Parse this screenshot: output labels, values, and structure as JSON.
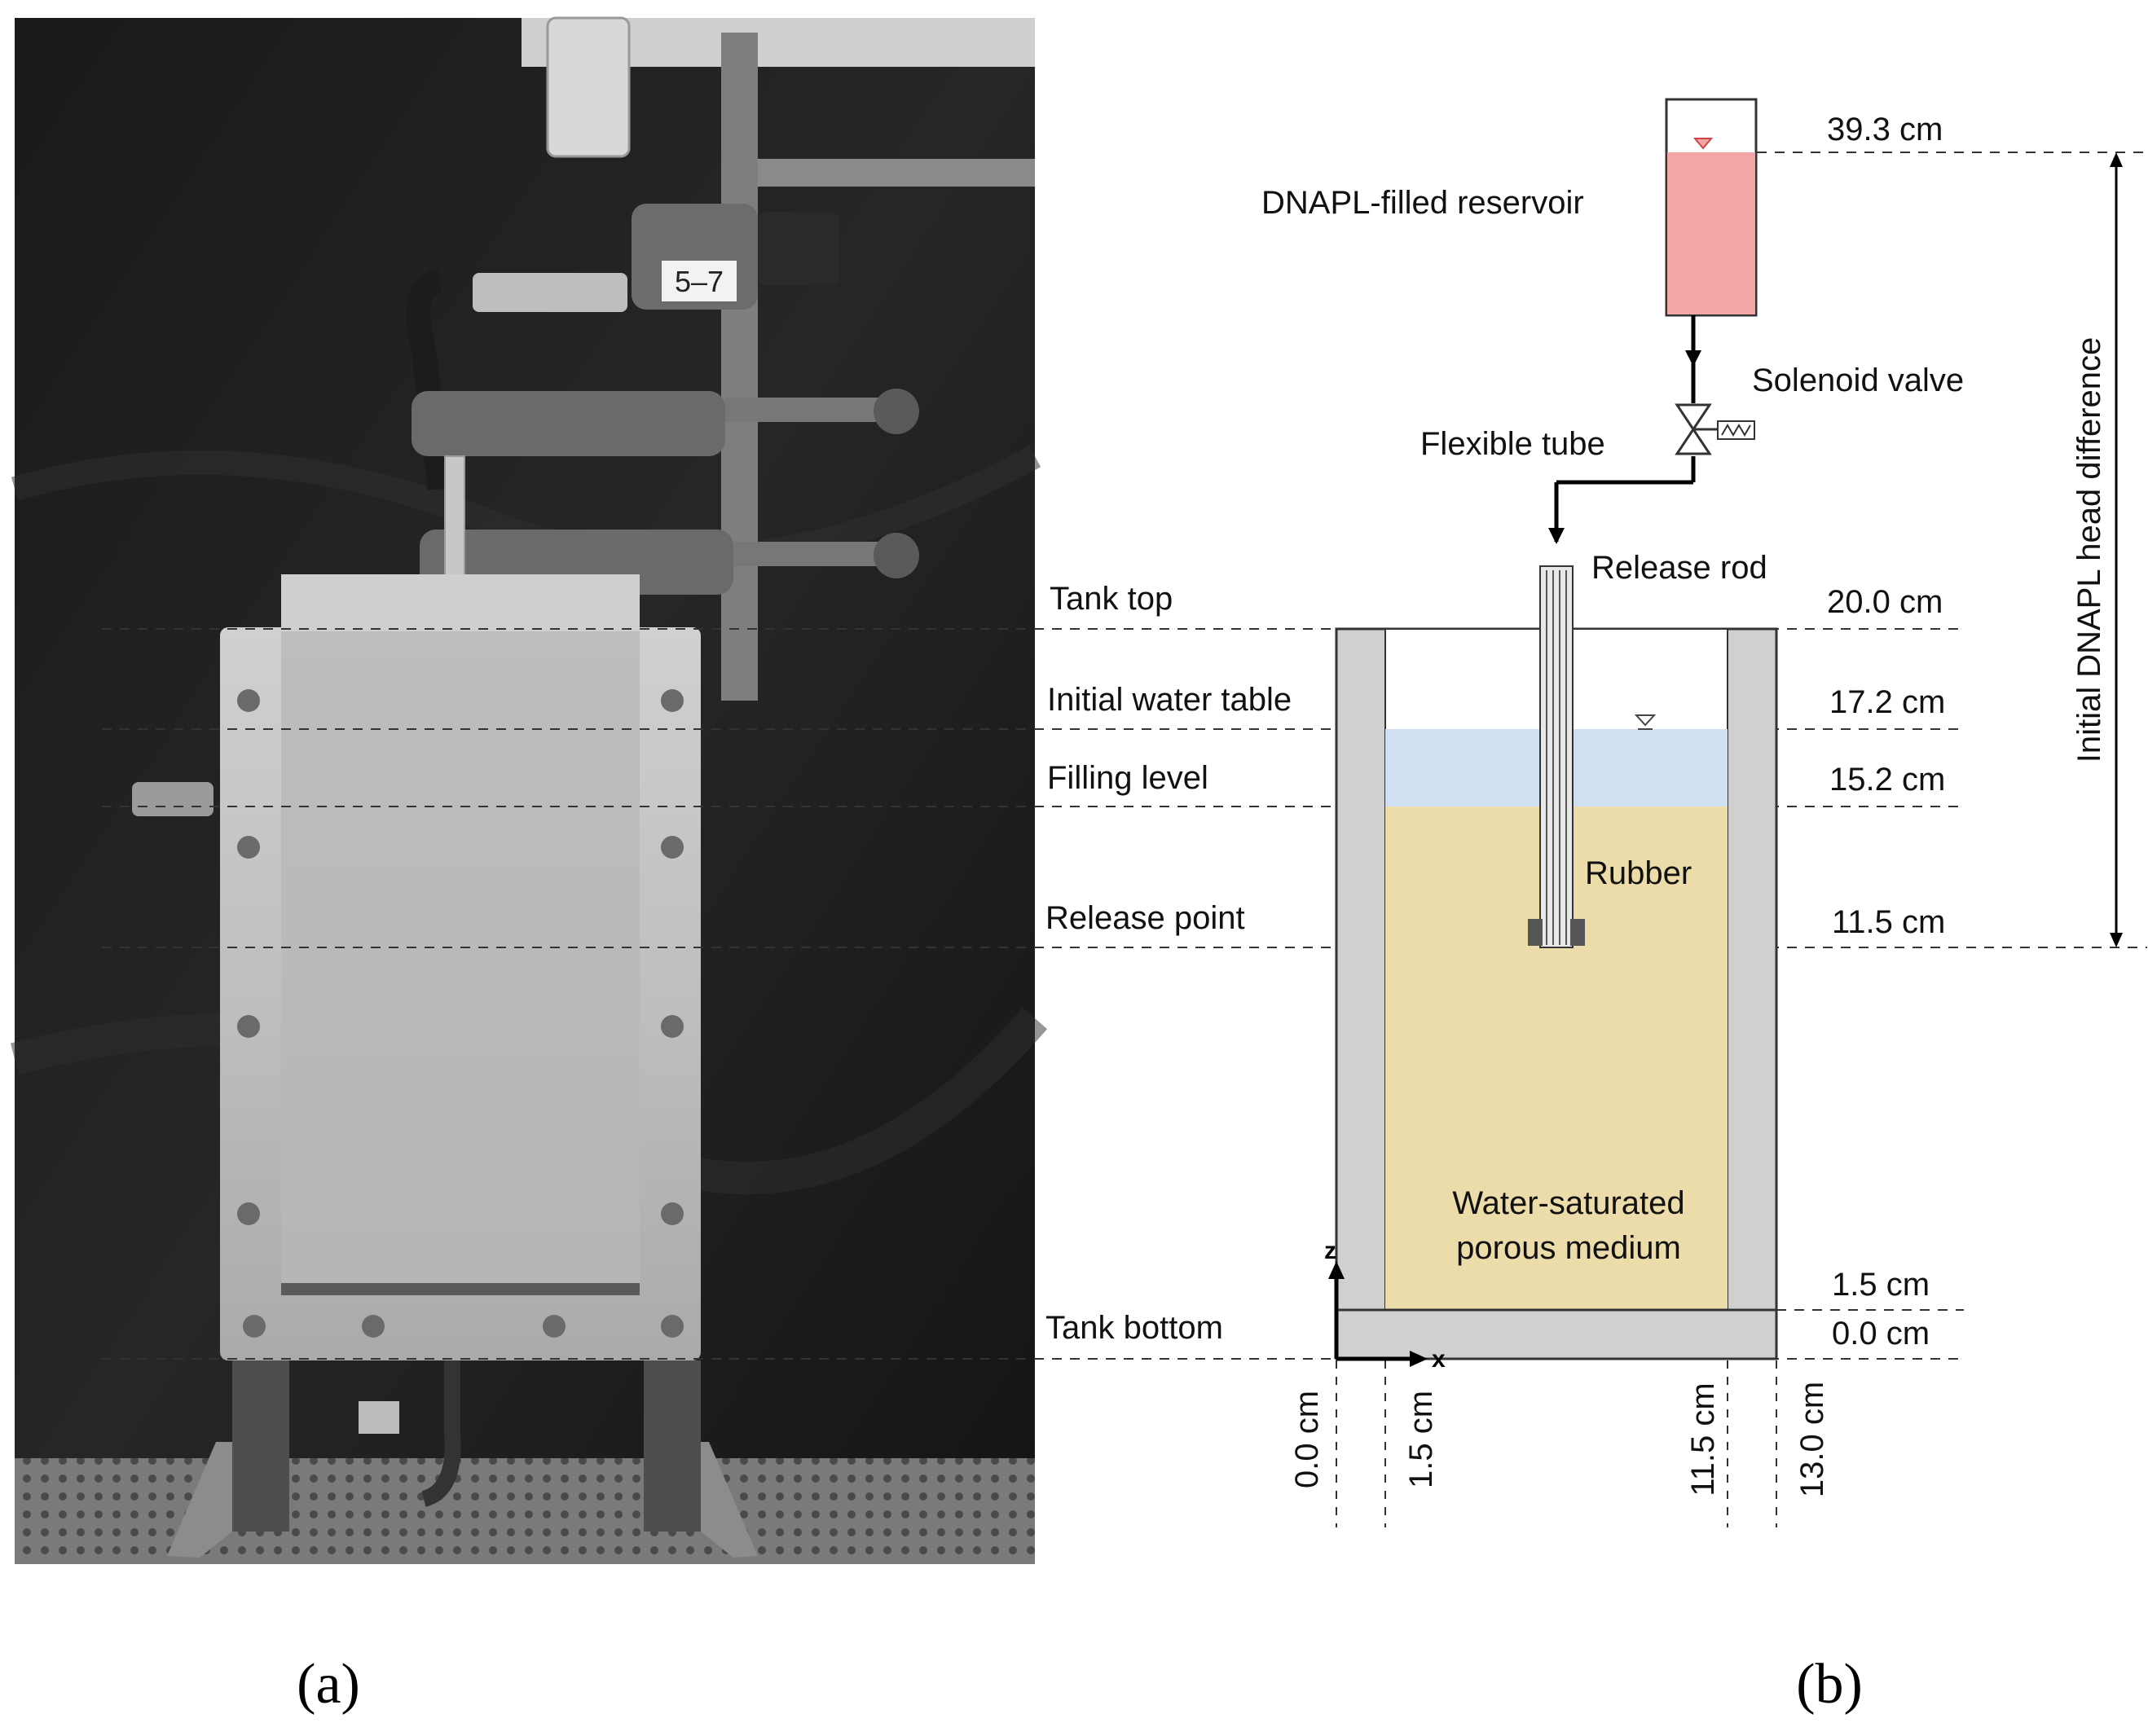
{
  "panel_a": {
    "caption": "(a)",
    "photo_label": "5–7"
  },
  "panel_b": {
    "caption": "(b)",
    "reservoir_label": "DNAPL-filled reservoir",
    "valve_label": "Solenoid valve",
    "tube_label": "Flexible tube",
    "rod_label": "Release rod",
    "rubber_label": "Rubber",
    "medium_label_1": "Water-saturated",
    "medium_label_2": "porous medium",
    "head_label": "Initial DNAPL head difference",
    "axis_z": "z",
    "axis_x": "x"
  },
  "levels": {
    "tank_top": "Tank top",
    "initial_water_table": "Initial water table",
    "filling_level": "Filling level",
    "release_point": "Release point",
    "tank_bottom": "Tank bottom"
  },
  "heights": {
    "reservoir": "39.3 cm",
    "tank_top": "20.0 cm",
    "water_table": "17.2 cm",
    "filling": "15.2 cm",
    "release": "11.5 cm",
    "wall_bottom": "1.5 cm",
    "bottom": "0.0 cm"
  },
  "widths": {
    "x0": "0.0 cm",
    "x1": "1.5 cm",
    "x2": "11.5 cm",
    "x3": "13.0 cm"
  },
  "colors": {
    "dnapl": "#f4a6a6",
    "water": "#cfe0f2",
    "sand": "#ecdcaa",
    "wall": "#d0d0d0"
  }
}
